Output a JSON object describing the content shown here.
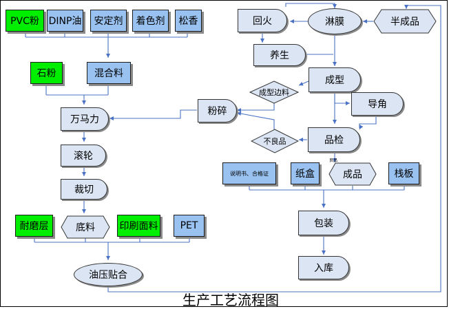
{
  "title": "生产工艺流程图",
  "colors": {
    "line": "#4a72c4",
    "green": "#00ee00",
    "blue": "#99c2f0",
    "shape_fill": "#dbe5f3"
  },
  "nodes": {
    "pvc_powder": "PVC粉",
    "dinp_oil": "DINP油",
    "stabilizer": "安定剂",
    "colorant": "着色剂",
    "pine_fragrance": "松香",
    "stone_powder": "石粉",
    "mixed_material": "混合料",
    "banbury_mixer": "万马力",
    "rolling": "滚轮",
    "cutting": "裁切",
    "wear_layer": "耐磨层",
    "base_material": "底料",
    "printed_layer": "印刷面料",
    "pet": "PET",
    "oil_press_lamination": "油压贴合",
    "annealing": "回火",
    "coating": "淋膜",
    "semi_finished": "半成品",
    "curing": "养生",
    "forming": "成型",
    "forming_trim": "成型边料",
    "crushing": "粉碎",
    "chamfering": "导角",
    "defective": "不良品",
    "inspection": "品检",
    "instructions_certificate": "说明书、合格证",
    "carton": "纸盒",
    "finished_product": "成品",
    "pallet": "栈板",
    "packing": "包装",
    "warehousing": "入库"
  },
  "edge_labels": {
    "good_product": "良品"
  }
}
